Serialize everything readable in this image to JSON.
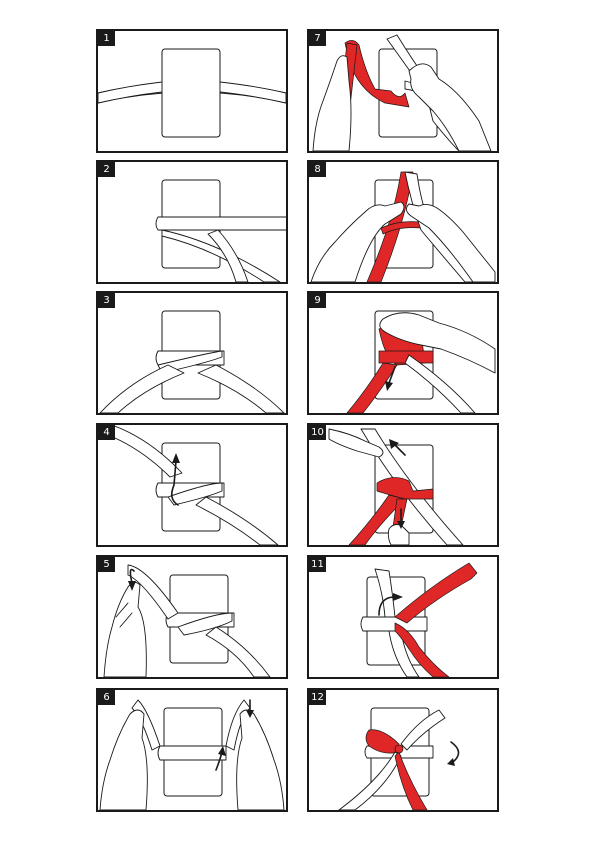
{
  "steps": [
    {
      "number": "1"
    },
    {
      "number": "2"
    },
    {
      "number": "3"
    },
    {
      "number": "4"
    },
    {
      "number": "5"
    },
    {
      "number": "6"
    },
    {
      "number": "7"
    },
    {
      "number": "8"
    },
    {
      "number": "9"
    },
    {
      "number": "10"
    },
    {
      "number": "11"
    },
    {
      "number": "12"
    }
  ],
  "colors": {
    "ribbon_accent": "#e02727",
    "outline": "#1a1a1a",
    "paper": "#ffffff"
  }
}
